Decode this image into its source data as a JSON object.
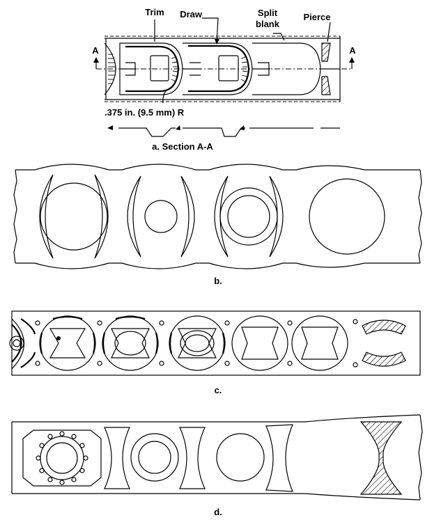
{
  "panel_a": {
    "callouts": {
      "trim": "Trim",
      "draw": "Draw",
      "split_blank_line1": "Split",
      "split_blank_line2": "blank",
      "pierce": "Pierce"
    },
    "section_marker_left": "A",
    "section_marker_right": "A",
    "radius_note": ".375 in. (9.5 mm) R",
    "caption": "a. Section A-A"
  },
  "panel_b": {
    "caption": "b."
  },
  "panel_c": {
    "caption": "c."
  },
  "panel_d": {
    "caption": "d."
  }
}
